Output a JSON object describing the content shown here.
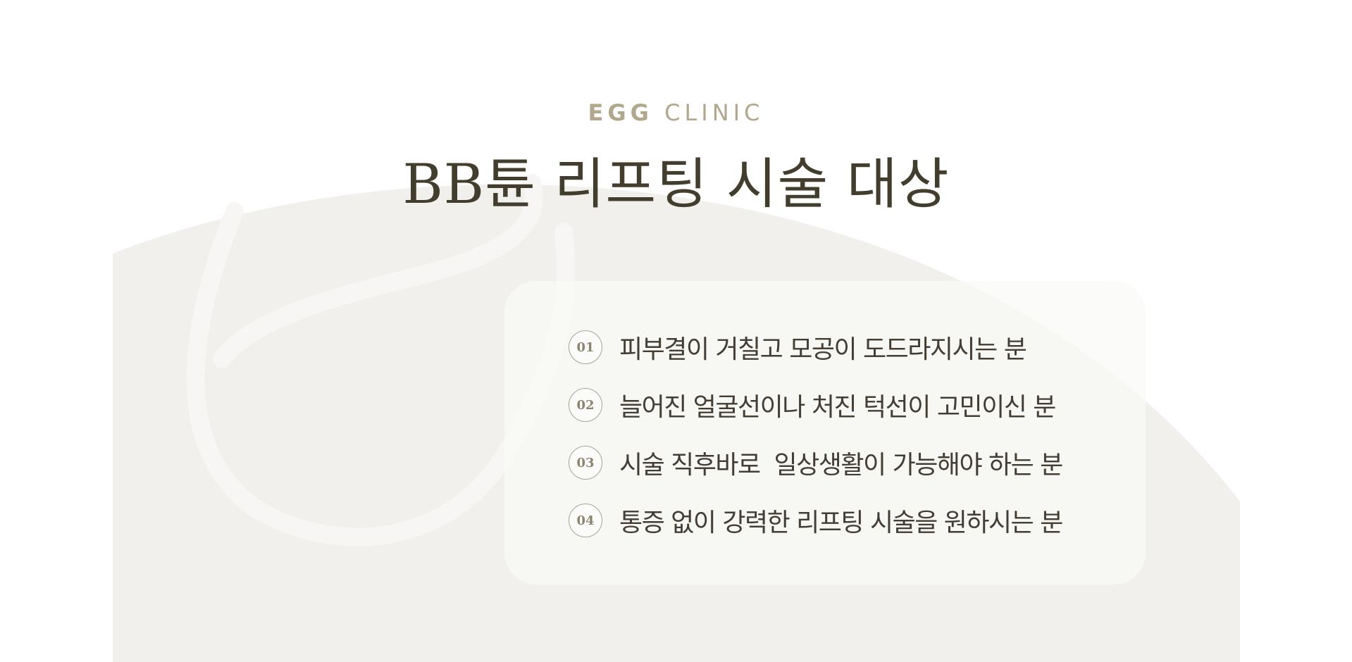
{
  "header": {
    "brand_strong": "EGG",
    "brand_light": "CLINIC",
    "title": "BB튠 리프팅 시술 대상"
  },
  "items": [
    {
      "number": "01",
      "text": "피부결이 거칠고 모공이 도드라지시는 분"
    },
    {
      "number": "02",
      "text": "늘어진 얼굴선이나 처진 턱선이 고민이신 분"
    },
    {
      "number": "03",
      "text": "시술 직후바로  일상생활이 가능해야 하는 분"
    },
    {
      "number": "04",
      "text": "통증 없이 강력한 리프팅 시술을 원하시는 분"
    }
  ],
  "colors": {
    "brand": "#b2a68c",
    "title": "#433d2e",
    "arc": "#f1f0ed",
    "card": "#f9f8f6"
  }
}
